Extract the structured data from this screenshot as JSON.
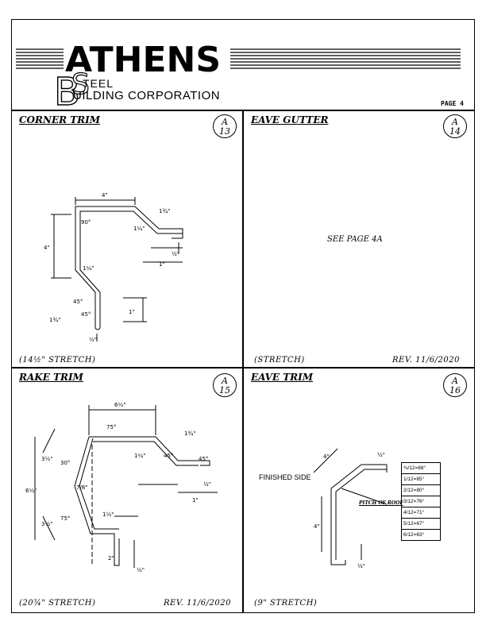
{
  "header": {
    "logo_big": "ATHENS",
    "logo_line1": "TEEL",
    "logo_line2": "UILDING CORPORATION",
    "page_label": "PAGE 4"
  },
  "panels": {
    "corner_trim": {
      "title": "CORNER TRIM",
      "badge_top": "A",
      "badge_bottom": "13",
      "stretch": "(14½\" STRETCH)"
    },
    "eave_gutter": {
      "title": "EAVE GUTTER",
      "badge_top": "A",
      "badge_bottom": "14",
      "note": "SEE PAGE 4A",
      "stretch": "(STRETCH)",
      "rev": "REV. 11/6/2020"
    },
    "rake_trim": {
      "title": "RAKE TRIM",
      "badge_top": "A",
      "badge_bottom": "15",
      "stretch": "(20¾\" STRETCH)",
      "rev": "REV. 11/6/2020"
    },
    "eave_trim": {
      "title": "EAVE TRIM",
      "badge_top": "A",
      "badge_bottom": "16",
      "stretch": "(9\" STRETCH)",
      "finished_side": "FINISHED SIDE",
      "pitch_label": "PITCH OF ROOF",
      "pitch_table": [
        "¾/12=88°",
        "1/12=85°",
        "2/12=80°",
        "3/12=76°",
        "4/12=71°",
        "5/12=67°",
        "6/12=63°"
      ]
    }
  },
  "dims": {
    "ct": {
      "top": "4\"",
      "left": "4\"",
      "angle90": "90°",
      "a45a": "45°",
      "a45b": "45°",
      "d1": "1¾\"",
      "d2": "1¼\"",
      "d3": "1¼\"",
      "d4": "1¾\"",
      "d5": "½\"",
      "d6": "1\"",
      "d7": "1\"",
      "d8": "½\""
    },
    "rt": {
      "top": "6½\"",
      "a75a": "75°",
      "a30": "30°",
      "a75b": "75°",
      "a45a": "45°",
      "a45b": "45°",
      "d1": "1¾\"",
      "d2": "1¼\"",
      "d3": "3½\"",
      "d4": "6½\"",
      "d5": "3½\"",
      "d6": "7/8\"",
      "d7": "1½\"",
      "d8": "2\"",
      "d9": "½\"",
      "d10": "½\"",
      "d11": "1\""
    },
    "et": {
      "d4a": "4\"",
      "d4b": "4\"",
      "dhalf": "½\"",
      "dhalf2": "½\""
    }
  }
}
